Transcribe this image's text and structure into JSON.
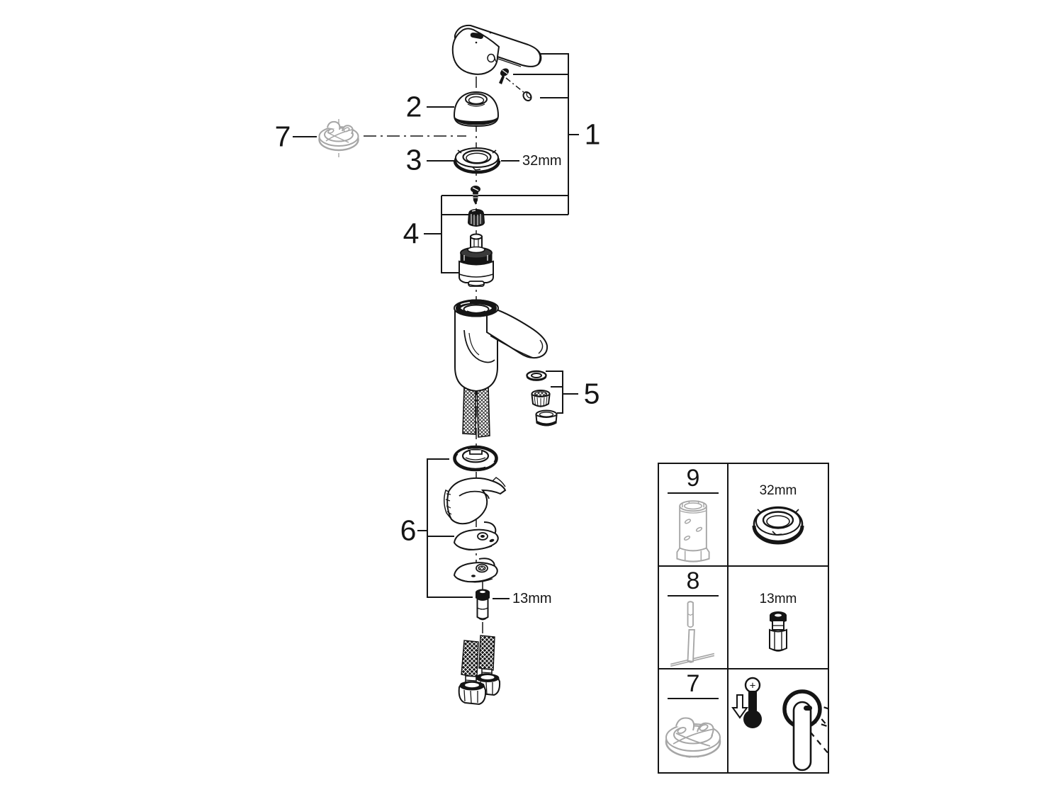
{
  "diagram": {
    "callouts": [
      {
        "num": "1"
      },
      {
        "num": "2"
      },
      {
        "num": "3"
      },
      {
        "num": "4"
      },
      {
        "num": "5"
      },
      {
        "num": "6"
      },
      {
        "num": "7"
      }
    ],
    "dimensions": {
      "ring_nut": "32mm",
      "stud": "13mm"
    }
  },
  "legend": {
    "rows": [
      {
        "number": "9",
        "detail_label": "32mm",
        "left_icon": "cartridge-socket-tool-icon",
        "right_icon": "ring-nut-32mm-icon"
      },
      {
        "number": "8",
        "detail_label": "13mm",
        "left_icon": "stud-wrench-tool-icon",
        "right_icon": "threaded-stud-13mm-icon"
      },
      {
        "number": "7",
        "detail_label": "",
        "thermo_plus": "+",
        "left_icon": "temperature-limiter-icon",
        "right_icon": "handle-temperature-rotation-icon"
      }
    ]
  },
  "colors": {
    "ink": "#151515",
    "part_gray": "#a6a6a6",
    "background": "#ffffff"
  }
}
